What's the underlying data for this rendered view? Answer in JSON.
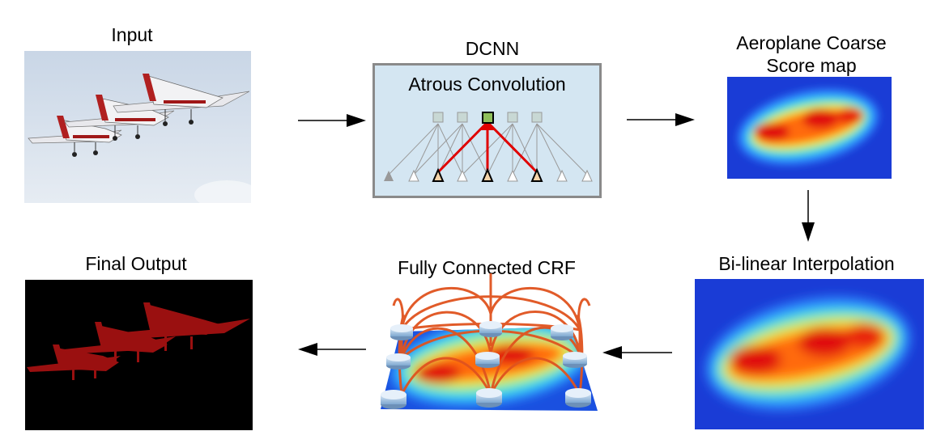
{
  "labels": {
    "input": "Input",
    "dcnn": "DCNN",
    "atrous": "Atrous Convolution",
    "coarse_line1": "Aeroplane Coarse",
    "coarse_line2": "Score map",
    "bilinear": "Bi-linear Interpolation",
    "crf": "Fully Connected CRF",
    "final": "Final Output"
  },
  "colors": {
    "dcnn_box_fill": "#d4e6f2",
    "dcnn_box_border": "#8a8a8a",
    "atrous_red": "#e00000",
    "center_node": "#8fbf5a",
    "mask_red": "#9a1010",
    "crf_arc": "#e0531e"
  },
  "icons": {
    "arrow": "right-arrow",
    "node": "square-node",
    "input_node": "triangle-node"
  }
}
